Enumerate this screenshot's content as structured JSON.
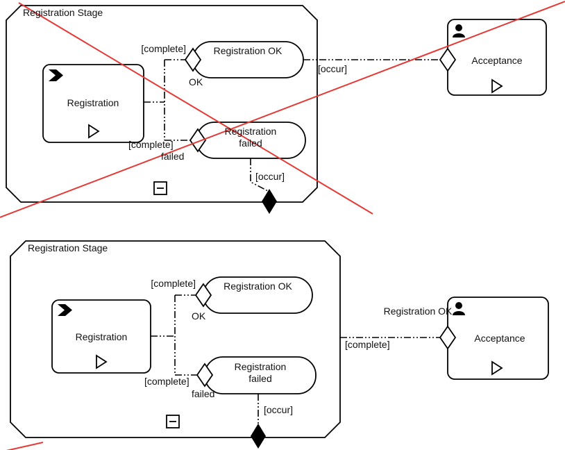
{
  "colors": {
    "stroke": "#000000",
    "fill": "#ffffff",
    "cross": "#e53935"
  },
  "top": {
    "stage_label": "Registration Stage",
    "registration_task": "Registration",
    "milestone_ok": "Registration OK",
    "milestone_failed": "Registration failed",
    "guard_ok": "[complete]",
    "sentry_ok_name": "OK",
    "guard_failed": "[complete]",
    "sentry_failed_name": "failed",
    "occur_link": "[occur]",
    "occur_exit": "[occur]",
    "acceptance_task": "Acceptance"
  },
  "bottom": {
    "stage_label": "Registration Stage",
    "registration_task": "Registration",
    "milestone_ok": "Registration OK",
    "milestone_failed": "Registration failed",
    "guard_ok": "[complete]",
    "sentry_ok_name": "OK",
    "guard_failed": "[complete]",
    "sentry_failed_name": "failed",
    "link_name": "Registration OK",
    "link_guard": "[complete]",
    "occur_exit": "[occur]",
    "acceptance_task": "Acceptance"
  }
}
